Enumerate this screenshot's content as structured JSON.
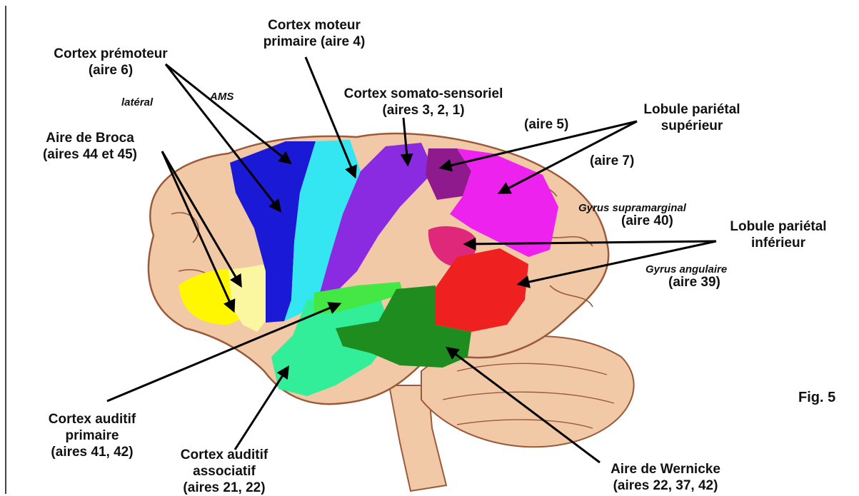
{
  "figure_label": "Fig. 5",
  "labels": {
    "premotor": [
      "Cortex prémoteur",
      "(aire 6)"
    ],
    "motor": [
      "Cortex moteur",
      "primaire (aire 4)"
    ],
    "ams": "AMS",
    "lateral": "latéral",
    "somato": [
      "Cortex somato-sensoriel",
      "(aires 3, 2, 1)"
    ],
    "aire5": "(aire 5)",
    "lps": [
      "Lobule pariétal",
      "supérieur"
    ],
    "aire7": "(aire 7)",
    "broca": [
      "Aire de Broca",
      "(aires 44 et 45)"
    ],
    "supramarginal": "Gyrus supramarginal",
    "aire40": "(aire 40)",
    "lpi": [
      "Lobule pariétal",
      "inférieur"
    ],
    "angulaire": "Gyrus angulaire",
    "aire39": "(aire 39)",
    "aud_prim": [
      "Cortex auditif",
      "primaire",
      "(aires 41, 42)"
    ],
    "aud_assoc": [
      "Cortex auditif",
      "associatif",
      "(aires 21, 22)"
    ],
    "wernicke": [
      "Aire de Wernicke",
      "(aires 22, 37, 42)"
    ]
  },
  "colors": {
    "brain": "#f2c9a6",
    "brain_outline": "#9a5a3c",
    "premotor": "#1a1ad6",
    "motor": "#33e6f2",
    "somato": "#8a2be2",
    "aire5": "#8e1a8e",
    "aire7": "#ee22ee",
    "aire40": "#e0287a",
    "aire39": "#ee2020",
    "broca_44": "#fff700",
    "broca_45": "#fbf7a0",
    "aud_prim": "#44e844",
    "aud_assoc": "#33ee99",
    "wernicke": "#1e8c1e"
  }
}
